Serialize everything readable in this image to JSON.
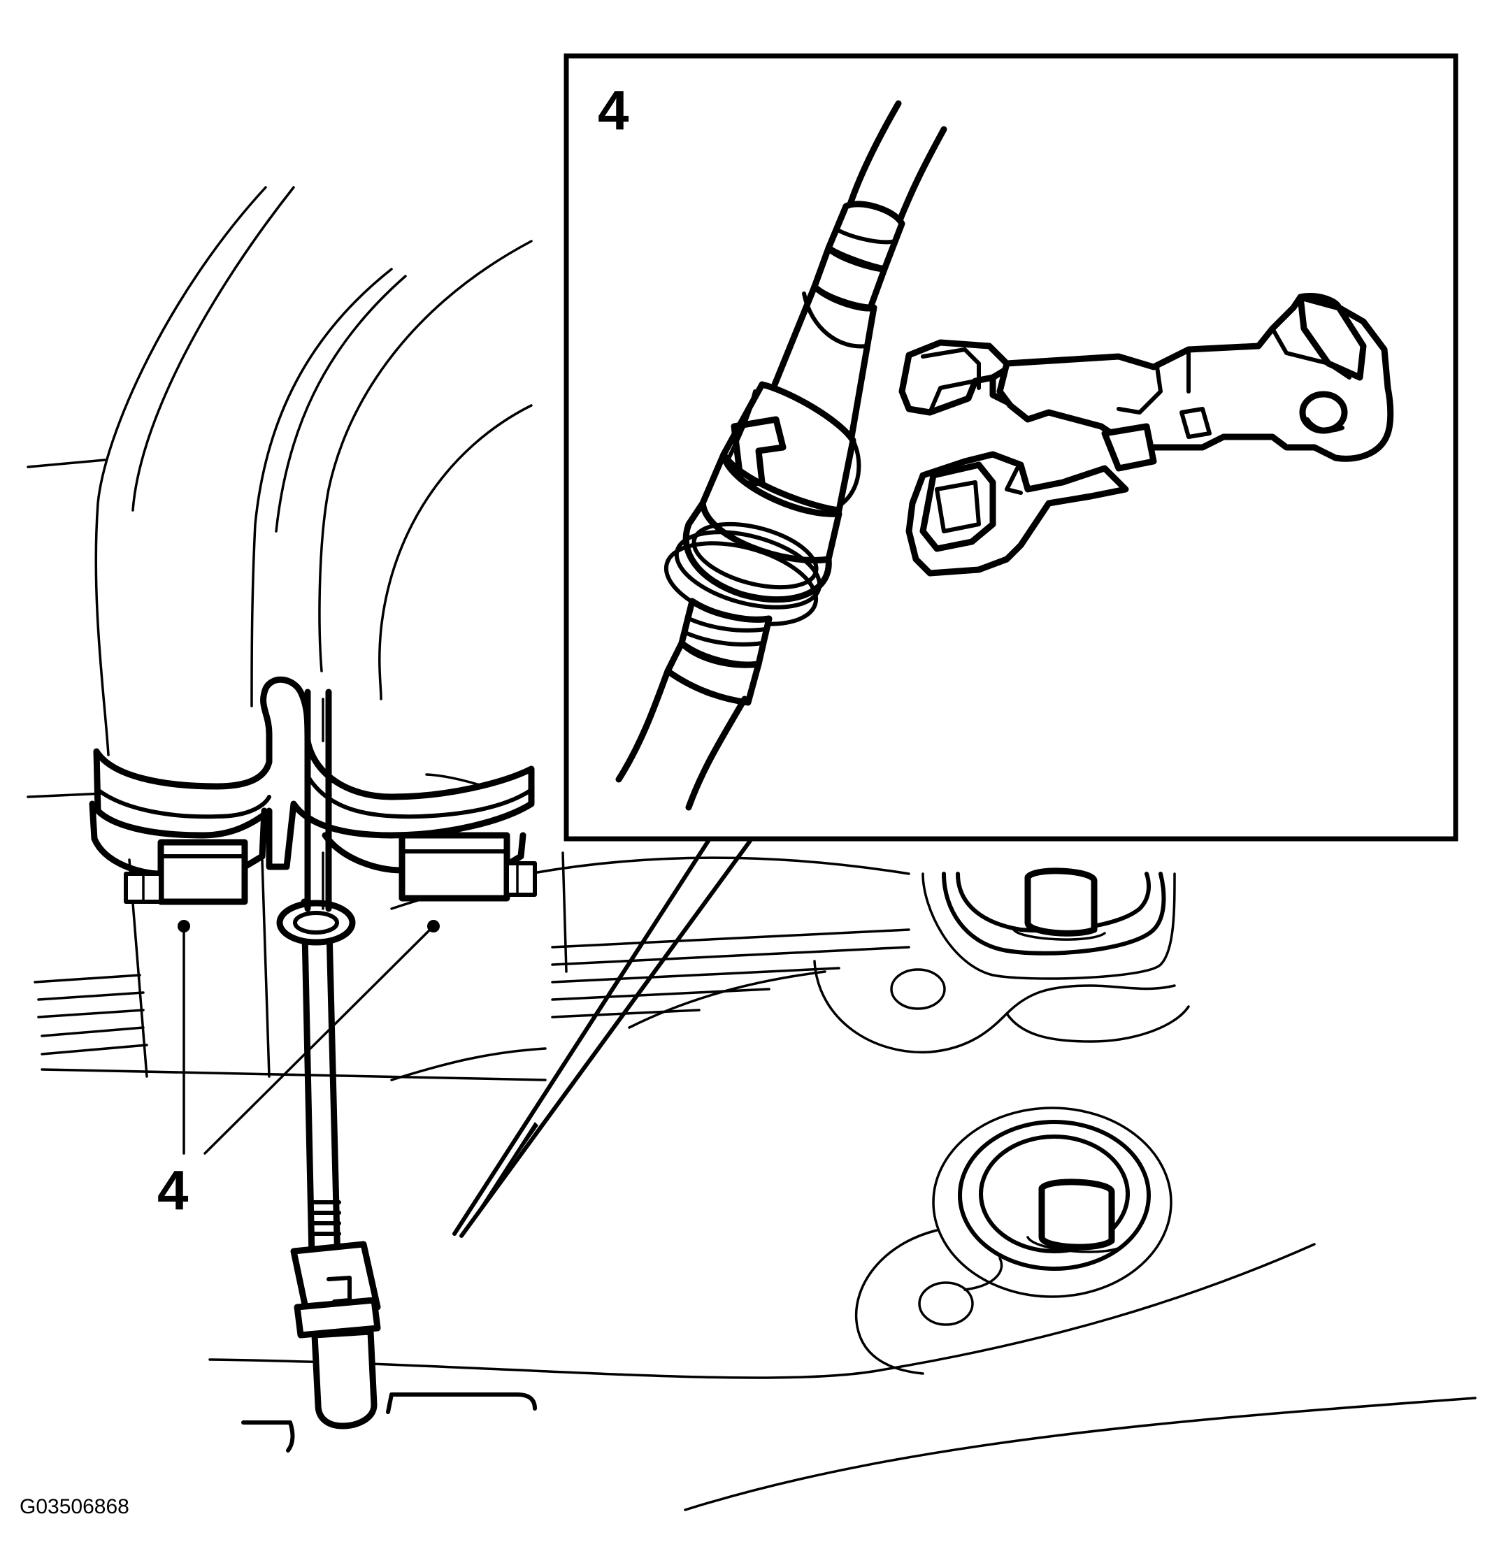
{
  "figure": {
    "main_callout_label": "4",
    "inset_callout_label": "4",
    "figure_id": "G03506868"
  },
  "colors": {
    "line": "#000000",
    "background": "#ffffff"
  }
}
